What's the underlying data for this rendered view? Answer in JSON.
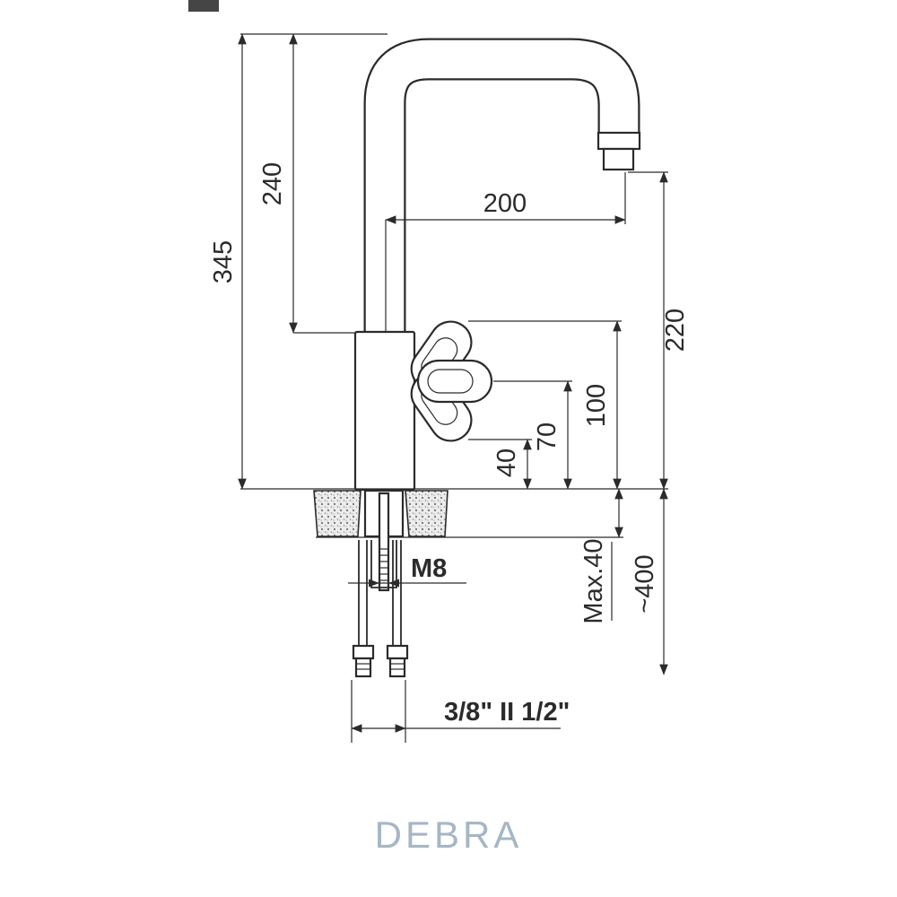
{
  "drawing": {
    "title": "DEBRA",
    "dimensions": {
      "total_height": "345",
      "spout_height": "240",
      "spout_reach": "200",
      "outlet_to_deck": "220",
      "handle_top_height": "100",
      "handle_mid_height": "70",
      "handle_low_height": "40",
      "thread_size": "M8",
      "max_deck_thickness": "Max.40",
      "hose_length": "~400",
      "connection_size": "3/8\" II 1/2\""
    }
  },
  "colors": {
    "line": "#2b2b2b",
    "title_text": "#a6b6c4",
    "artifact": "#454545"
  }
}
